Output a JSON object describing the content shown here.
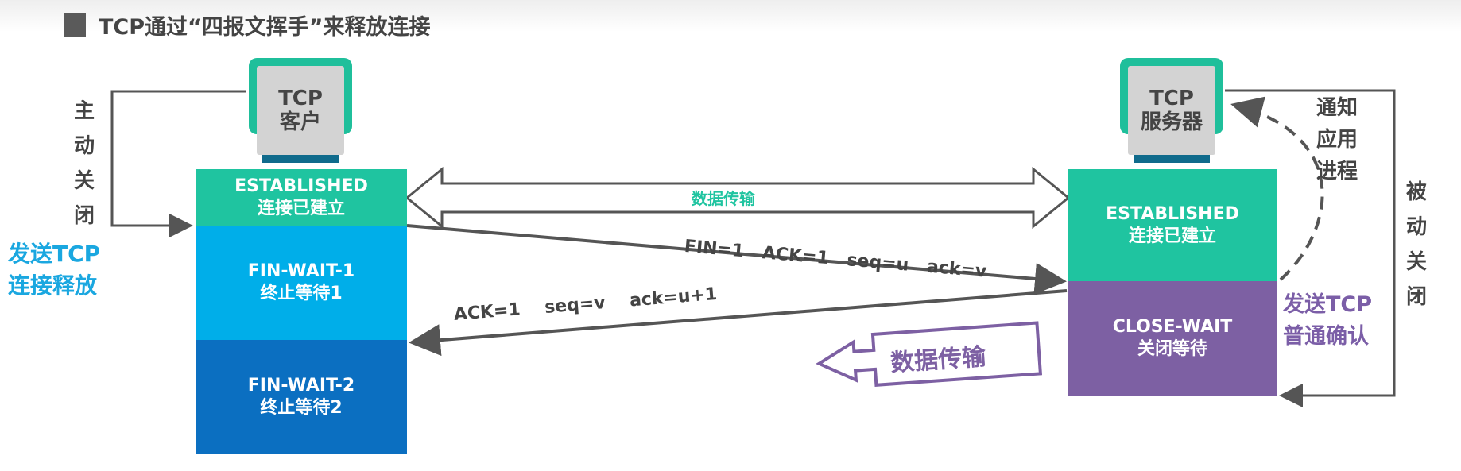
{
  "title": "TCP通过“四报文挥手”来释放连接",
  "client": {
    "line1": "TCP",
    "line2": "客户",
    "states": [
      {
        "en": "ESTABLISHED",
        "zh": "连接已建立",
        "color": "#1fc4a0"
      },
      {
        "en": "FIN-WAIT-1",
        "zh": "终止等待1",
        "color": "#00aee9"
      },
      {
        "en": "FIN-WAIT-2",
        "zh": "终止等待2",
        "color": "#0b6fc1"
      }
    ],
    "side_label": "主动关闭",
    "action_label": [
      "发送TCP",
      "连接释放"
    ]
  },
  "server": {
    "line1": "TCP",
    "line2": "服务器",
    "states": [
      {
        "en": "ESTABLISHED",
        "zh": "连接已建立",
        "color": "#1fc4a0"
      },
      {
        "en": "CLOSE-WAIT",
        "zh": "关闭等待",
        "color": "#7d60a3"
      }
    ],
    "notify_label": [
      "通知",
      "应用",
      "进程"
    ],
    "side_label": "被动关闭",
    "action_label": [
      "发送TCP",
      "普通确认"
    ]
  },
  "data_transfer_label": "数据传输",
  "half_data_transfer_label": "数据传输",
  "messages": {
    "fin": "FIN=1   ACK=1   seq=u   ack=v",
    "ack": "ACK=1    seq=v    ack=u+1"
  },
  "colors": {
    "green": "#1fc4a0",
    "purple": "#7d60a3",
    "blue": "#1aa7e0",
    "arrow": "#555555"
  }
}
